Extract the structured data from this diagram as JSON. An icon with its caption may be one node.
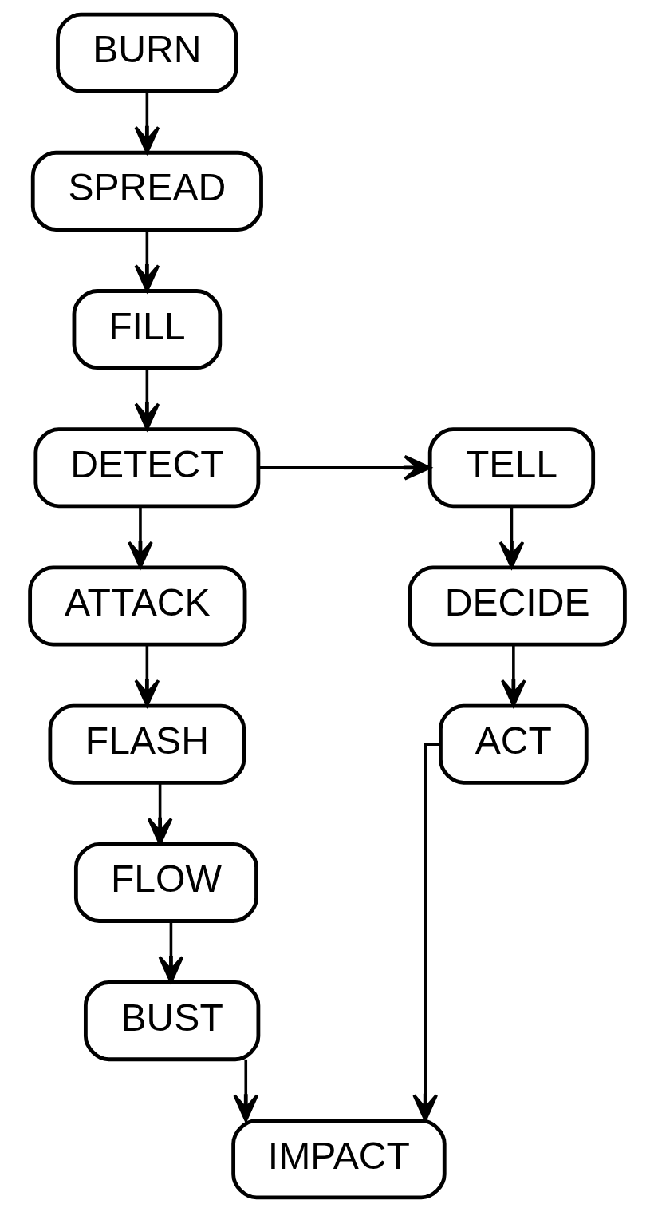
{
  "diagram": {
    "nodes": [
      {
        "text": [
          "BURN"
        ]
      },
      {
        "text": [
          "SPREAD"
        ]
      },
      {
        "text": [
          "FILL"
        ]
      },
      {
        "text": [
          "DETECT"
        ]
      },
      {
        "text": [
          "TELL"
        ]
      },
      {
        "text": [
          "ATTACK"
        ]
      },
      {
        "text": [
          "DECIDE"
        ]
      },
      {
        "text": [
          "FLASH"
        ]
      },
      {
        "text": [
          "ACT"
        ]
      },
      {
        "text": [
          "FLOW"
        ]
      },
      {
        "text": [
          "BUST"
        ]
      },
      {
        "text": [
          "IMPACT"
        ]
      }
    ],
    "edges": [
      {
        "from": 0,
        "to": 1,
        "arrow": "to"
      },
      {
        "from": 1,
        "to": 2,
        "arrow": "to"
      },
      {
        "from": 2,
        "to": 3,
        "arrow": "to"
      },
      {
        "from": 3,
        "to": 4,
        "arrow": "to"
      },
      {
        "from": 3,
        "to": 5,
        "arrow": "to"
      },
      {
        "from": 4,
        "to": 6,
        "arrow": "to"
      },
      {
        "from": 5,
        "to": 7,
        "arrow": "to"
      },
      {
        "from": 6,
        "to": 8,
        "arrow": "to"
      },
      {
        "from": 7,
        "to": 9,
        "arrow": "to"
      },
      {
        "from": 9,
        "to": 10,
        "arrow": "to"
      },
      {
        "from": 10,
        "to": 11,
        "arrow": "to"
      },
      {
        "from": 8,
        "to": 11,
        "arrow": "to"
      }
    ]
  }
}
